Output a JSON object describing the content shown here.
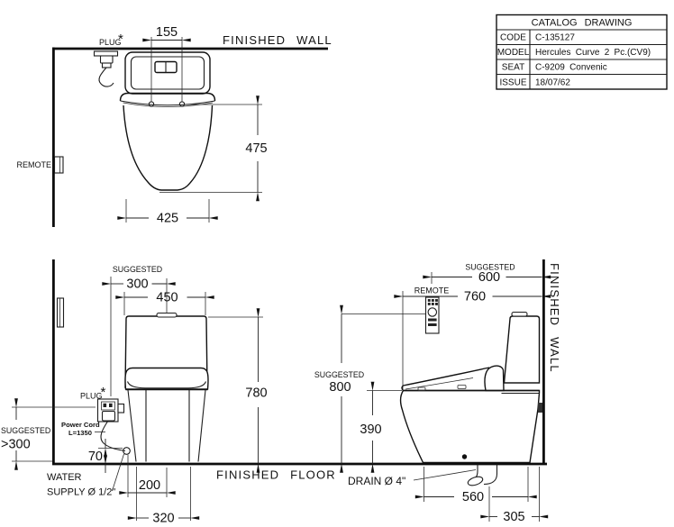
{
  "catalog_table": {
    "title": "CATALOG DRAWING",
    "rows": [
      {
        "label": "CODE",
        "value": "C-135127"
      },
      {
        "label": "MODEL",
        "value": "Hercules Curve 2 Pc.(CV9)"
      },
      {
        "label": "SEAT",
        "value": "C-9209 Convenic"
      },
      {
        "label": "ISSUE",
        "value": "18/07/62"
      }
    ]
  },
  "front_view": {
    "finished_wall": "FINISHED WALL",
    "plug": "PLUG",
    "plug_star": "*",
    "remote": "REMOTE",
    "dim_155": "155",
    "dim_475": "475",
    "dim_425": "425"
  },
  "rear_view": {
    "suggested_300_label": "SUGGESTED",
    "dim_300": "300",
    "dim_450": "450",
    "dim_780": "780",
    "plug": "PLUG",
    "plug_star": "*",
    "power_cord_line1": "Power Cord",
    "power_cord_line2": "L=1350",
    "dim_70": "70",
    "dim_200": "200",
    "dim_320": "320",
    "clearance_label": "SUGGESTED",
    "clearance_value": ">300",
    "water_supply_line1": "WATER",
    "water_supply_line2": "SUPPLY Ø 1/2\"",
    "finished_floor": "FINISHED FLOOR"
  },
  "side_view": {
    "suggested_600_label": "SUGGESTED",
    "dim_600": "600",
    "remote": "REMOTE",
    "dim_760": "760",
    "suggested_800_label": "SUGGESTED",
    "dim_800": "800",
    "dim_390": "390",
    "finished_wall": "FINISHED WALL",
    "drain_label": "DRAIN Ø 4\"",
    "dim_560": "560",
    "dim_305": "305"
  }
}
